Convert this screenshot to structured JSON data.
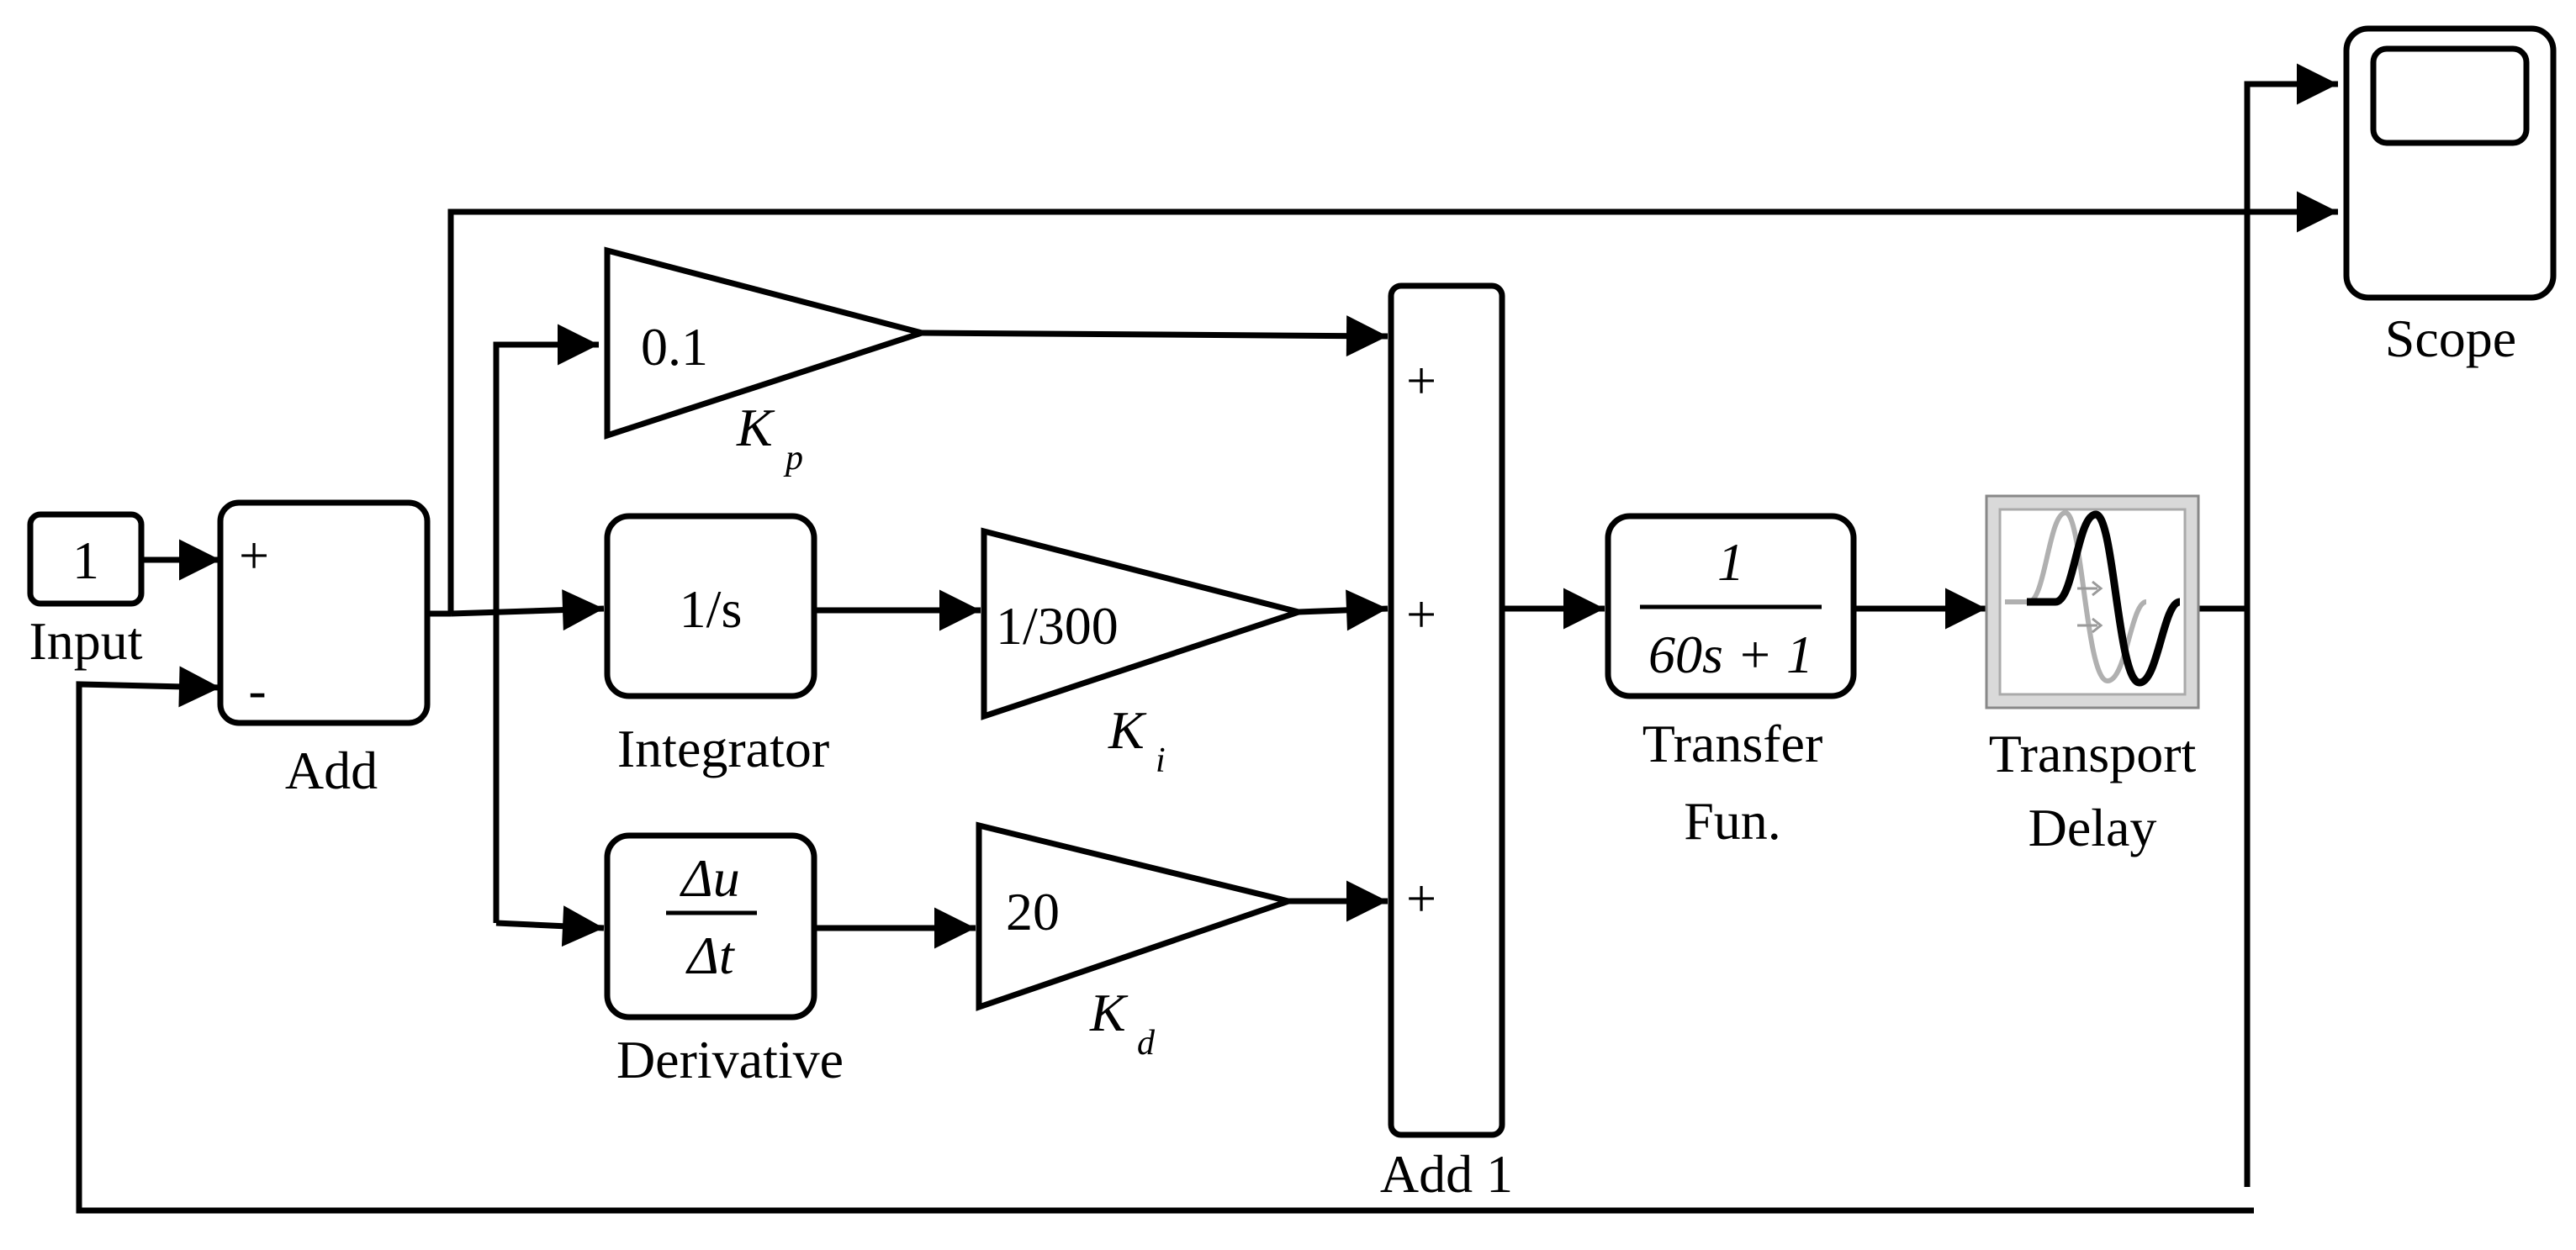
{
  "blocks": {
    "input": {
      "value": "1",
      "label": "Input"
    },
    "add": {
      "plus": "+",
      "minus": "-",
      "label": "Add"
    },
    "kp": {
      "gain": "0.1",
      "symbol": "K",
      "subscript": "p"
    },
    "integrator": {
      "expr": "1/s",
      "label": "Integrator"
    },
    "ki": {
      "gain": "1/300",
      "symbol": "K",
      "subscript": "i"
    },
    "derivative": {
      "numerator": "Δu",
      "denominator": "Δt",
      "label": "Derivative"
    },
    "kd": {
      "gain": "20",
      "symbol": "K",
      "subscript": "d"
    },
    "add1": {
      "signs": [
        "+",
        "+",
        "+"
      ],
      "label": "Add 1"
    },
    "transfer": {
      "numerator": "1",
      "denominator": "60s + 1",
      "label_line1": "Transfer",
      "label_line2": "Fun."
    },
    "delay": {
      "label_line1": "Transport",
      "label_line2": "Delay"
    },
    "scope": {
      "label": "Scope"
    }
  }
}
